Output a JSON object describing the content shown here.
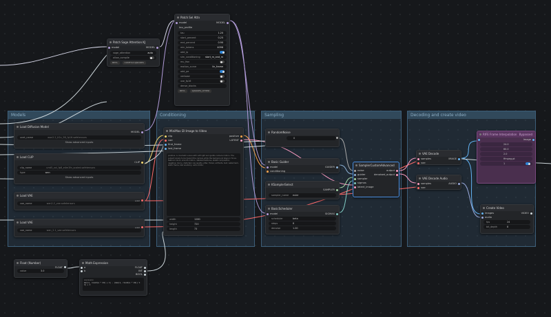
{
  "groups": {
    "models": "Models",
    "conditioning": "Conditioning",
    "sampling": "Sampling",
    "decoding": "Decoding and create video"
  },
  "sage": {
    "title": "Patch Sage Attention KJ",
    "in_model": "model",
    "out_model": "MODEL",
    "sage_label": "sage_attention",
    "sage_value": "auto",
    "allow_label": "allow_compile",
    "badges": [
      "BETA",
      "COMFYUI KJNODES"
    ]
  },
  "patch": {
    "title": "Patch Sel Attn",
    "in_model": "model",
    "out_model": "MODEL",
    "fields": [
      {
        "label": "tau_profile",
        "value": ""
      },
      {
        "label": "tau",
        "value": "1.20"
      },
      {
        "label": "start_percent",
        "value": "0.25"
      },
      {
        "label": "end_percent",
        "value": "0.90"
      },
      {
        "label": "min_tokens",
        "value": "4096"
      }
    ],
    "toggles": [
      {
        "label": "add_ip",
        "value": "",
        "on": true
      },
      {
        "label": "sim_conditioning",
        "value": "start_m_and_m",
        "on": false
      },
      {
        "label": "mu_fwn",
        "value": "",
        "on": false
      },
      {
        "label": "motion_curve",
        "value": "lin_frame",
        "on": false
      },
      {
        "label": "add_pe",
        "value": "",
        "on": true
      },
      {
        "label": "verbose",
        "value": "",
        "on": false
      },
      {
        "label": "use_fp16",
        "value": "",
        "on": false
      },
      {
        "label": "dense_blocks",
        "value": "",
        "on": false
      }
    ],
    "badges": [
      "BETA",
      "KJNODES_OTHER"
    ]
  },
  "load_diffusion": {
    "title": "Load Diffusion Model",
    "out": "MODEL",
    "unet_label": "unet_name",
    "unet_value": "wan2.2_ti2v_5B_fp16.safetensors",
    "link": "Show advanced inputs"
  },
  "load_clip": {
    "title": "Load CLIP",
    "out": "CLIP",
    "clip_label": "clip_name",
    "clip_value": "umt5_xxl_fp8_e4m3fn_scaled.safetensors",
    "type_label": "type",
    "type_value": "wan",
    "link": "Show advanced inputs"
  },
  "load_vae1": {
    "title": "Load VAE",
    "out": "VAE",
    "label": "vae_name",
    "value": "wan2.2_vae.safetensors"
  },
  "load_vae2": {
    "title": "Load VAE",
    "out": "VAE",
    "label": "vae_name",
    "value": "wan_2.1_vae.safetensors"
  },
  "minimax": {
    "title": "MiniMax I2I Image to Video",
    "inputs": [
      "clip",
      "vae",
      "first_frame",
      "last_frame"
    ],
    "outputs": [
      "positive",
      "LATENT"
    ],
    "prompt": "positive: A cinematic scene with soft light and gentle camera motion. The subject slowly turns toward the camera while the background stays in focus. Natural colors, smooth motion, detailed textures, stable composition.\n\nnegative: blurry, distorted, low quality, jitter, flicker, artifacts, text, watermark, static frame, bad anatomy, extra limbs.",
    "width_label": "width",
    "width_value": "1280",
    "height_label": "height",
    "height_value": "720",
    "length_label": "length",
    "length_value": "73"
  },
  "random_noise": {
    "title": "RandomNoise",
    "out": "NOISE",
    "label": "noise_seed",
    "value": "0"
  },
  "basic_guider": {
    "title": "Basic Guider",
    "out": "GUIDER",
    "inputs": [
      "model",
      "conditioning"
    ]
  },
  "ksampler_select": {
    "title": "KSamplerSelect",
    "out": "SAMPLER",
    "label": "sampler_name",
    "value": "euler"
  },
  "basic_scheduler": {
    "title": "BasicScheduler",
    "out": "SIGMAS",
    "in_model": "model",
    "scheduler_label": "scheduler",
    "scheduler_value": "beta",
    "steps_label": "steps",
    "steps_value": "8",
    "denoise_label": "denoise",
    "denoise_value": "1.00"
  },
  "sampler_custom": {
    "title": "SamplerCustomAdvanced",
    "inputs": [
      "noise",
      "guider",
      "sampler",
      "sigmas",
      "latent_image"
    ],
    "outputs": [
      "output",
      "denoised_output"
    ]
  },
  "vae_decode": {
    "title": "VAE Decode",
    "out": "IMAGE",
    "inputs": [
      "samples",
      "vae"
    ]
  },
  "vae_decode_audio": {
    "title": "VAE Decode Audio",
    "out": "AUDIO",
    "inputs": [
      "samples",
      "vae"
    ]
  },
  "rife": {
    "title": "RIFE Frame Interpolation",
    "badge": "Bypassed",
    "rows": [
      {
        "label": "",
        "value": "24.0"
      },
      {
        "label": "",
        "value": "60.0"
      },
      {
        "label": "",
        "value": "2.0"
      },
      {
        "label": "",
        "value": "ffmpeg.pt"
      },
      {
        "label": "",
        "value": "1"
      }
    ],
    "out": "Image"
  },
  "create_video": {
    "title": "Create Video",
    "out": "VIDEO",
    "inputs": [
      "images",
      "audio"
    ],
    "fps_label": "fps",
    "fps_value": "24",
    "bit_label": "bit_depth",
    "bit_value": "8"
  },
  "float_node": {
    "title": "Float (Number)",
    "out": "FLOAT",
    "label": "value",
    "value": "3.0"
  },
  "math": {
    "title": "Math Expression",
    "inputs": [
      "a",
      "b"
    ],
    "outputs": [
      "FLOAT",
      "INT",
      "BOOL"
    ],
    "expr_label": "expression",
    "expr_value": "max(1, round(a * 24) + 1) - (max(1, round(a * 24)) % 4) + 1"
  },
  "colors": {
    "model": "#b39ddb",
    "clip": "#f5d76e",
    "vae": "#ff6b6b",
    "latent": "#ff9ec4",
    "cond": "#ffa64d",
    "image": "#64b5f6",
    "noise": "#aaaaaa",
    "audio": "#9ad"
  }
}
